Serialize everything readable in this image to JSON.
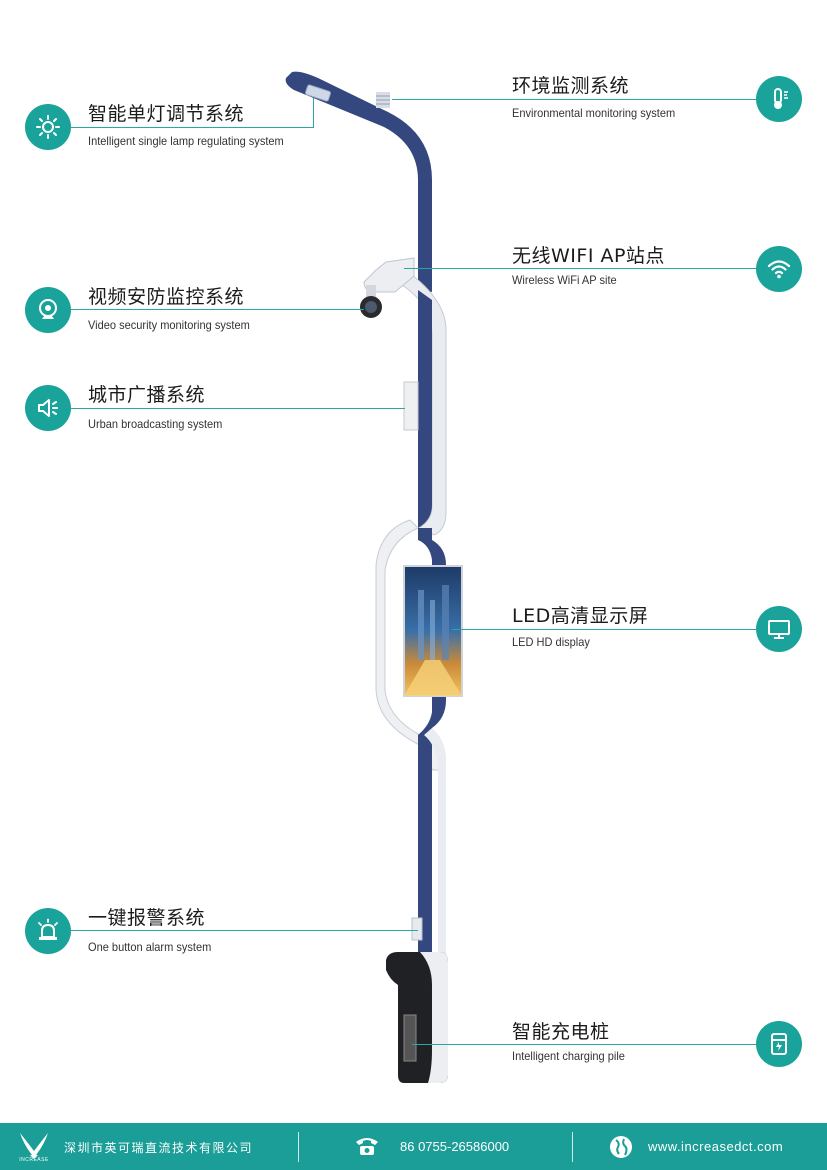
{
  "features": [
    {
      "id": "lamp",
      "zh": "智能单灯调节系统",
      "en": "Intelligent single lamp regulating system",
      "icon": "sun-icon"
    },
    {
      "id": "env",
      "zh": "环境监测系统",
      "en": "Environmental monitoring system",
      "icon": "thermometer-icon"
    },
    {
      "id": "wifi",
      "zh": "无线WIFI AP站点",
      "en": "Wireless WiFi AP site",
      "icon": "wifi-icon"
    },
    {
      "id": "video",
      "zh": "视频安防监控系统",
      "en": "Video security monitoring system",
      "icon": "webcam-icon"
    },
    {
      "id": "broadcast",
      "zh": "城市广播系统",
      "en": "Urban broadcasting system",
      "icon": "speaker-icon"
    },
    {
      "id": "led",
      "zh": "LED高清显示屏",
      "en": "LED HD display",
      "icon": "monitor-icon"
    },
    {
      "id": "alarm",
      "zh": "一键报警系统",
      "en": "One button alarm system",
      "icon": "alarm-light-icon"
    },
    {
      "id": "charging",
      "zh": "智能充电桩",
      "en": "Intelligent charging pile",
      "icon": "charger-icon"
    }
  ],
  "footer": {
    "logo_text": "INCREASE",
    "company": "深圳市英可瑞直流技术有限公司",
    "phone": "86 0755-26586000",
    "website": "www.increasedct.com",
    "phone_icon": "phone-icon",
    "globe_icon": "globe-icon"
  },
  "colors": {
    "accent": "#1aa39a",
    "pole": "#34477f",
    "footer": "#1a9e97"
  }
}
